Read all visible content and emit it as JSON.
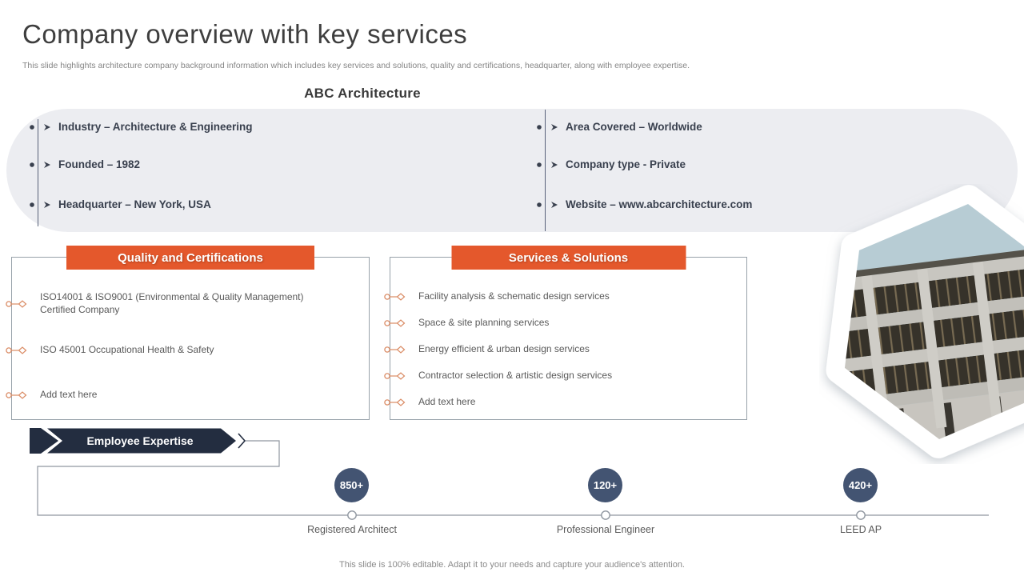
{
  "slide": {
    "title": "Company overview with key services",
    "subtitle": "This slide highlights architecture company background information which includes key services and solutions, quality and certifications, headquarter, along with employee expertise.",
    "footer": "This slide is 100% editable. Adapt it to your needs and capture your audience's attention."
  },
  "company": {
    "name": "ABC Architecture",
    "facts_left": [
      "Industry – Architecture & Engineering",
      "Founded – 1982",
      "Headquarter – New York, USA"
    ],
    "facts_right": [
      "Area Covered – Worldwide",
      "Company type - Private",
      "Website – www.abcarchitecture.com"
    ]
  },
  "quality": {
    "title": "Quality and Certifications",
    "items": [
      "ISO14001 & ISO9001 (Environmental & Quality Management) Certified Company",
      "ISO 45001 Occupational Health & Safety",
      "Add text here"
    ]
  },
  "services": {
    "title": "Services & Solutions",
    "items": [
      "Facility analysis & schematic design services",
      "Space & site planning services",
      "Energy efficient & urban design services",
      "Contractor selection & artistic design services",
      "Add text here"
    ]
  },
  "expertise": {
    "title": "Employee Expertise",
    "stats": [
      {
        "value": "850+",
        "label": "Registered Architect"
      },
      {
        "value": "120+",
        "label": "Professional Engineer"
      },
      {
        "value": "420+",
        "label": "LEED AP"
      }
    ]
  },
  "colors": {
    "accent_orange": "#e4582c",
    "dark_navy": "#232d40",
    "stat_blue": "#435472",
    "band_gray": "#ecedf1",
    "line_gray": "#9097a0"
  },
  "icons": {
    "fact_bullet": "dot-arrow-icon",
    "box_bullet": "circle-line-diamond-icon",
    "banner_shape": "chevron-ribbon-icon",
    "photo": "construction-building-photo"
  }
}
